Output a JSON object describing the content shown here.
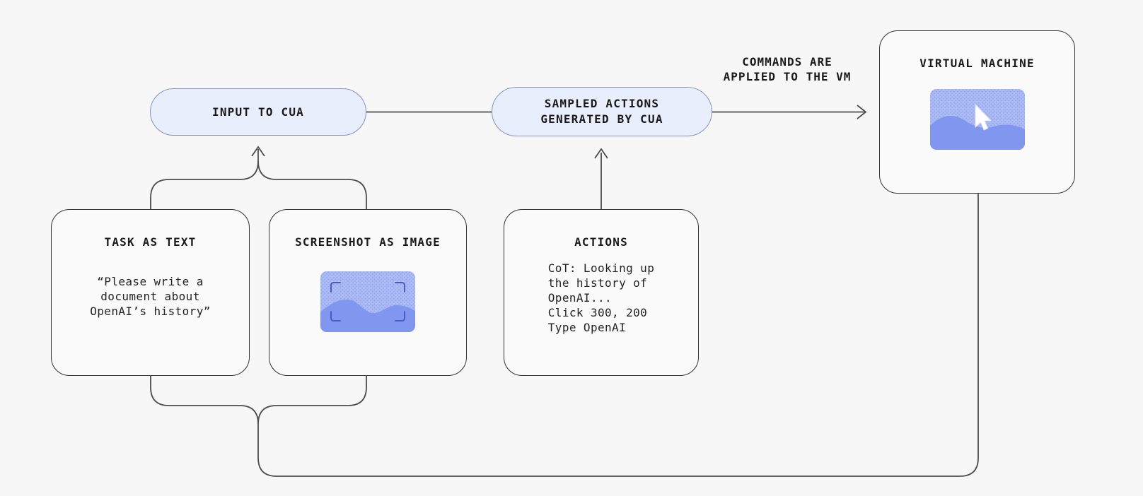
{
  "diagram": {
    "pills": {
      "input": {
        "label": "INPUT TO CUA"
      },
      "sampled": {
        "label": "SAMPLED ACTIONS\nGENERATED BY CUA"
      }
    },
    "edge_label": "COMMANDS ARE\nAPPLIED TO THE VM",
    "boxes": {
      "vm": {
        "title": "VIRTUAL MACHINE",
        "thumbnail": "desktop-image-with-cursor"
      },
      "task": {
        "title": "TASK AS TEXT",
        "body": "“Please write a\ndocument about\nOpenAI’s history”"
      },
      "screenshot": {
        "title": "SCREENSHOT AS IMAGE",
        "thumbnail": "image-with-viewfinder-brackets"
      },
      "actions": {
        "title": "ACTIONS",
        "body": "CoT: Looking up\nthe history of\nOpenAI...\nClick 300, 200\nType OpenAI"
      }
    },
    "colors": {
      "background": "#f7f7f7",
      "node_fill": "#fafafa",
      "node_border": "#333333",
      "pill_fill": "#e9eefc",
      "pill_border": "#8891c2",
      "connector": "#4c4c4c",
      "text": "#1a1a1a",
      "thumb_base": "#adbbf4",
      "thumb_dots": "#93a6ef",
      "thumb_wave": "#8096ef",
      "thumb_bracket": "#4a5cc4",
      "cursor_fill": "#ffffff"
    }
  }
}
